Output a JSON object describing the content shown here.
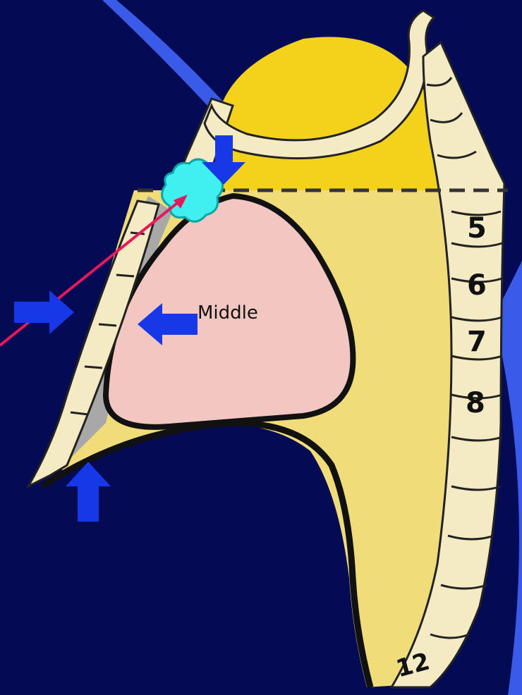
{
  "diagram": {
    "region_label": "Middle",
    "vertebra_labels": [
      "5",
      "6",
      "7",
      "8",
      "12"
    ]
  },
  "colors": {
    "background": "#050a55",
    "accent_blue": "#3a5ae8",
    "superior_region": "#f2d21a",
    "mediastinum_body": "#f0dc78",
    "middle_region": "#f2c7c2",
    "pleural_space": "#a8a8a8",
    "bone": "#f4ebc4",
    "arrow": "#1638e6",
    "pointer": "#e5185a",
    "mass": "#40f0f0"
  },
  "icons": [
    "arrow-down-icon",
    "arrow-right-icon",
    "arrow-left-icon",
    "arrow-up-icon",
    "mass-blob-icon",
    "pointer-line-icon"
  ]
}
